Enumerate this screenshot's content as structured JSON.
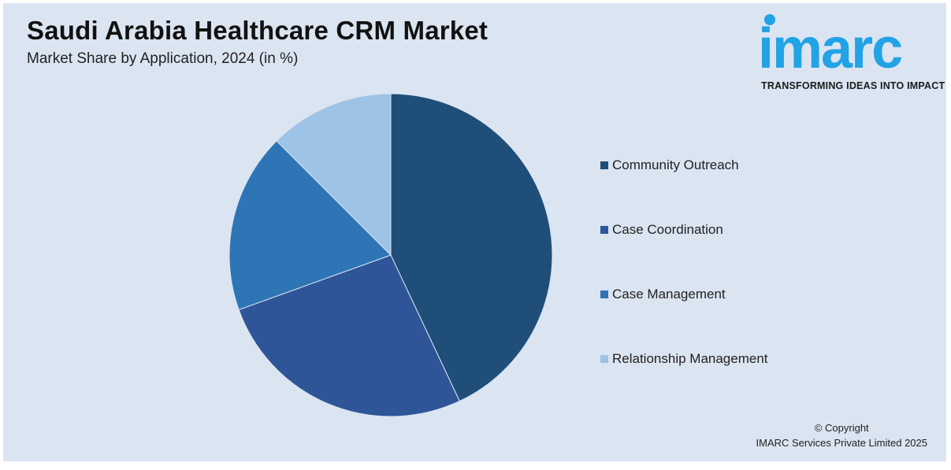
{
  "header": {
    "title": "Saudi Arabia Healthcare CRM Market",
    "subtitle": "Market Share by Application, 2024 (in %)"
  },
  "logo": {
    "word": "imarc",
    "tagline": "TRANSFORMING IDEAS INTO IMPACT",
    "color": "#21a3e6"
  },
  "chart_data": {
    "type": "pie",
    "title": "Saudi Arabia Healthcare CRM Market",
    "subtitle": "Market Share by Application, 2024 (in %)",
    "legend_position": "right",
    "slices": [
      {
        "label": "Community Outreach",
        "value": 43,
        "color": "#1f4e79"
      },
      {
        "label": "Case Coordination",
        "value": 26.5,
        "color": "#2e5597"
      },
      {
        "label": "Case Management",
        "value": 18,
        "color": "#2e75b6"
      },
      {
        "label": "Relationship Management",
        "value": 12.5,
        "color": "#9dc3e6"
      }
    ]
  },
  "footer": {
    "copyright_line1": "© Copyright",
    "copyright_line2": "IMARC Services Private Limited 2025"
  }
}
